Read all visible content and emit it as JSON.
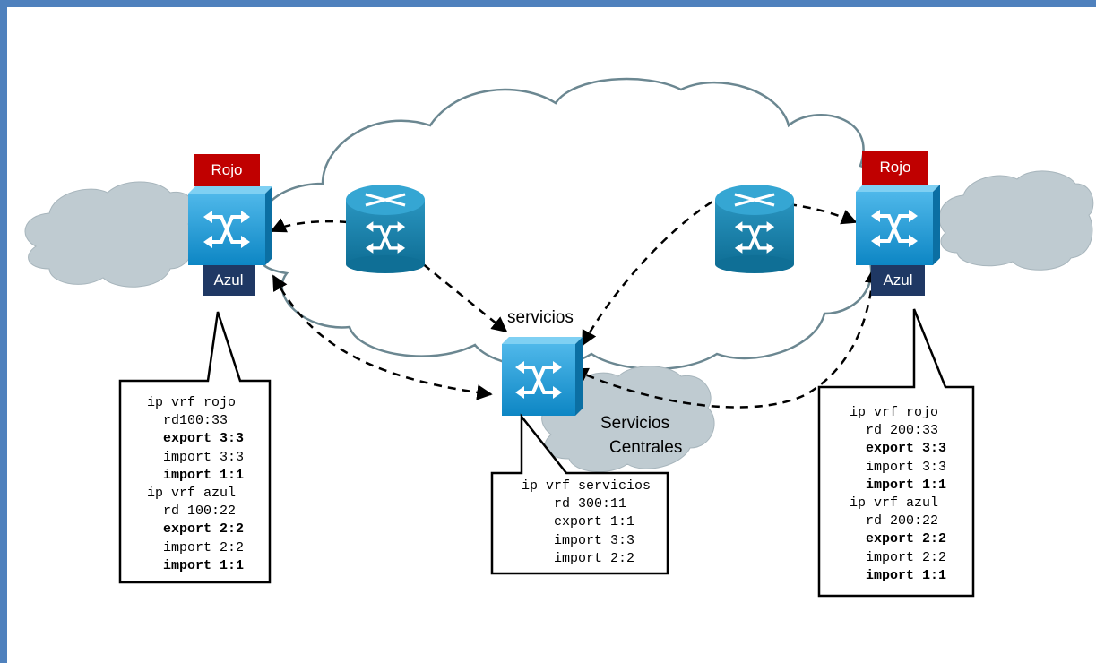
{
  "colors": {
    "frame": "#4f81bd",
    "vrf_red": "#c00000",
    "vrf_blue": "#1f3864",
    "switch_blue": "#199ad6",
    "router_teal": "#1a7fa6",
    "cloud_gray": "#bfcbd1",
    "cloud_outline": "#6b8791"
  },
  "icons": {
    "left_pe": "layer3-switch-icon",
    "right_pe": "layer3-switch-icon",
    "center": "layer3-switch-icon",
    "core_routers": "router-icon",
    "clouds": "cloud-icon"
  },
  "left_pe": {
    "tag_top": "Rojo",
    "tag_bottom": "Azul",
    "config": [
      {
        "text": "ip vrf rojo",
        "bold": false
      },
      {
        "text": "  rd100:33",
        "bold": false
      },
      {
        "text": "  export 3:3",
        "bold": true
      },
      {
        "text": "  import 3:3",
        "bold": false
      },
      {
        "text": "  import 1:1",
        "bold": true
      },
      {
        "text": "ip vrf azul",
        "bold": false
      },
      {
        "text": "  rd 100:22",
        "bold": false
      },
      {
        "text": "  export 2:2",
        "bold": true
      },
      {
        "text": "  import 2:2",
        "bold": false
      },
      {
        "text": "  import 1:1",
        "bold": true
      }
    ]
  },
  "right_pe": {
    "tag_top": "Rojo",
    "tag_bottom": "Azul",
    "config": [
      {
        "text": "ip vrf rojo",
        "bold": false
      },
      {
        "text": "  rd 200:33",
        "bold": false
      },
      {
        "text": "  export 3:3",
        "bold": true
      },
      {
        "text": "  import 3:3",
        "bold": false
      },
      {
        "text": "  import 1:1",
        "bold": true
      },
      {
        "text": "ip vrf azul",
        "bold": false
      },
      {
        "text": "  rd 200:22",
        "bold": false
      },
      {
        "text": "  export 2:2",
        "bold": true
      },
      {
        "text": "  import 2:2",
        "bold": false
      },
      {
        "text": "  import 1:1",
        "bold": true
      }
    ]
  },
  "center": {
    "label": "servicios",
    "cloud_line1": "Servicios",
    "cloud_line2": "Centrales",
    "config": [
      {
        "text": "ip vrf servicios",
        "bold": false
      },
      {
        "text": "    rd 300:11",
        "bold": false
      },
      {
        "text": "    export 1:1",
        "bold": false
      },
      {
        "text": "    import 3:3",
        "bold": false
      },
      {
        "text": "    import 2:2",
        "bold": false
      }
    ]
  }
}
